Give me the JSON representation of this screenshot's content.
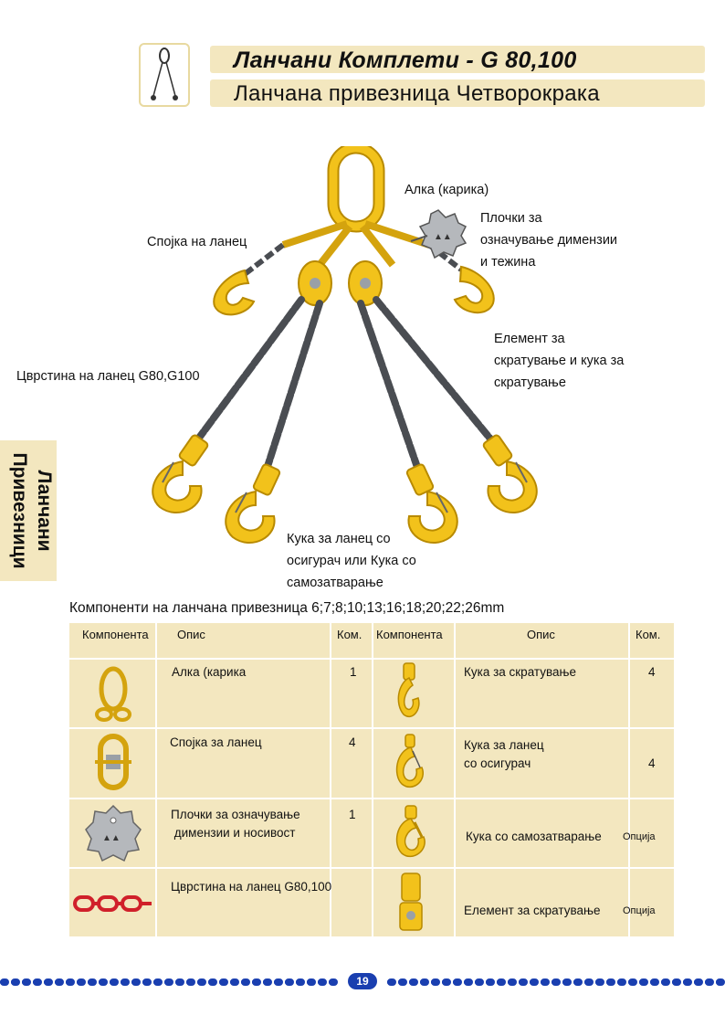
{
  "header": {
    "title": "Ланчани Комплети  - G 80,100",
    "subtitle": "Ланчана привезница Четворокрака"
  },
  "side_tab": {
    "line1": "Ланчани",
    "line2": "Привезници"
  },
  "diagram_labels": {
    "master_link": "Алка (карика)",
    "connector": "Спојка на ланец",
    "tag_line1": "Плочки за",
    "tag_line2": "означување димензии",
    "tag_line3": "и тежина",
    "shortener_line1": "Елемент за",
    "shortener_line2": "скратување и кука за",
    "shortener_line3": "скратување",
    "chain_grade": "Цврстина на ланец  G80,G100",
    "hook_line1": "Кука за ланец со",
    "hook_line2": "осигурач или Кука со",
    "hook_line3": "самозатварање"
  },
  "table": {
    "title": "Компоненти на ланчана привезница 6;7;8;10;13;16;18;20;22;26mm",
    "headers": {
      "component_left": "Компонента",
      "desc_left": "Опис",
      "qty_left": "Ком.",
      "component_right": "Компонента",
      "desc_right": "Опис",
      "qty_right": "Ком."
    },
    "rows": [
      {
        "left_desc": "Алка (карика",
        "left_qty": "1",
        "right_desc": "Кука за скратување",
        "right_qty": "4"
      },
      {
        "left_desc": "Спојка за ланец",
        "left_qty": "4",
        "right_desc": "Кука за ланец\nсо осигурач",
        "right_qty": "4"
      },
      {
        "left_desc": "Плочки за означување\n димензии и носивост",
        "left_qty": "1",
        "right_desc": "Кука со самозатварање",
        "right_qty": "Опција"
      },
      {
        "left_desc": "Цврстина на ланец G80,100",
        "left_qty": "",
        "right_desc": "Елемент за скратување",
        "right_qty": "Опција"
      }
    ]
  },
  "footer": {
    "page_number": "19"
  },
  "colors": {
    "gold": "#f2c21b",
    "gold_dark": "#b88a00",
    "chain": "#4a4d52",
    "panel": "#f3e7bf",
    "footer_blue": "#1a3fb0",
    "red_chain": "#d0202a"
  }
}
